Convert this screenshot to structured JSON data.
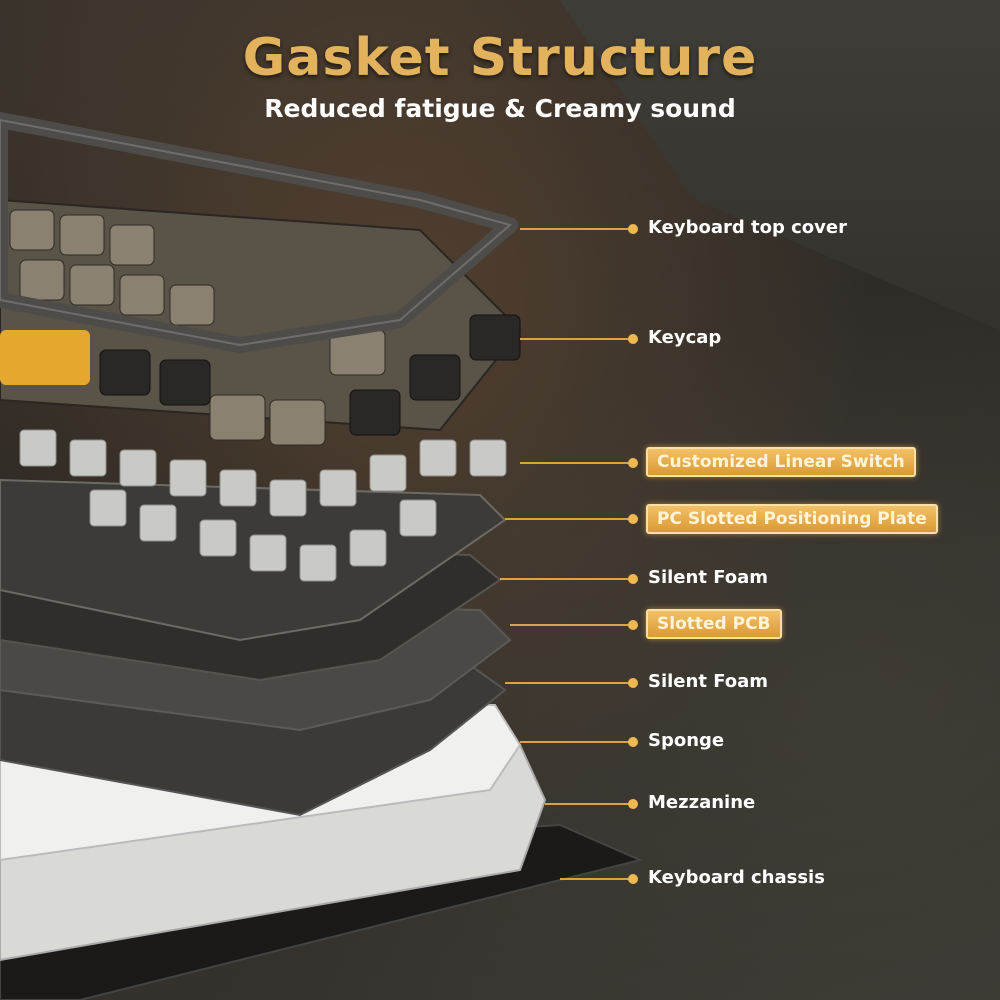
{
  "title": "Gasket Structure",
  "subtitle": "Reduced fatigue & Creamy sound",
  "layers": [
    {
      "label": "Keyboard top cover",
      "highlight": false
    },
    {
      "label": "Keycap",
      "highlight": false
    },
    {
      "label": "Customized Linear Switch",
      "highlight": true
    },
    {
      "label": "PC Slotted Positioning Plate",
      "highlight": true
    },
    {
      "label": "Silent Foam",
      "highlight": false
    },
    {
      "label": "Slotted PCB",
      "highlight": true
    },
    {
      "label": "Silent Foam",
      "highlight": false
    },
    {
      "label": "Sponge",
      "highlight": false
    },
    {
      "label": "Mezzanine",
      "highlight": false
    },
    {
      "label": "Keyboard chassis",
      "highlight": false
    }
  ],
  "colors": {
    "accent": "#e3b25c",
    "leader_line": "#d9a244",
    "background": "#2b2824"
  }
}
